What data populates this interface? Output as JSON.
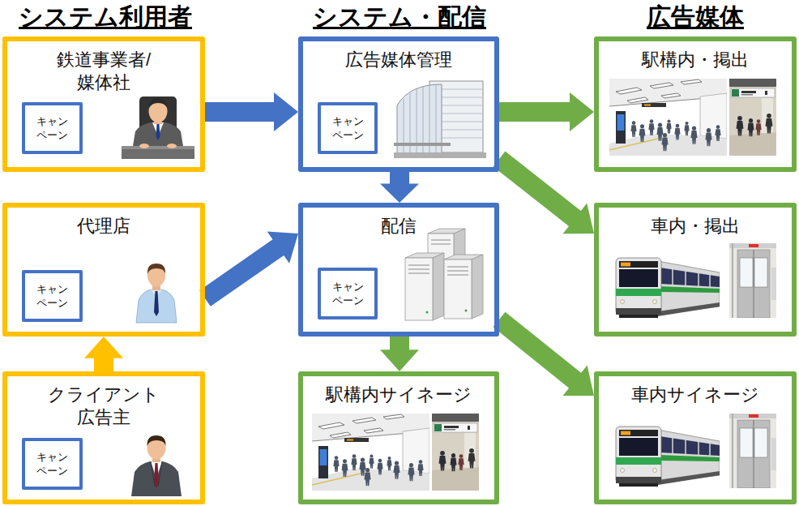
{
  "diagram": {
    "nodes": [
      {
        "text": [
          "鉄道事業者/ 媒体社"
        ]
      },
      {
        "text": [
          "キャン ペーン"
        ],
        "in": 0
      },
      {
        "text": [
          "代理店"
        ]
      },
      {
        "text": [
          "キャン ペーン"
        ],
        "in": 2
      },
      {
        "text": [
          "クライアント 広告主"
        ]
      },
      {
        "text": [
          "キャン ペーン"
        ],
        "in": 4
      },
      {
        "text": [
          "広告媒体管理"
        ]
      },
      {
        "text": [
          "キャン ペーン"
        ],
        "in": 6
      },
      {
        "text": [
          "配信"
        ]
      },
      {
        "text": [
          "キャン ペーン"
        ],
        "in": 8
      },
      {
        "text": [
          "駅構内サイネージ"
        ]
      },
      {
        "text": [
          "駅構内・掲出"
        ]
      },
      {
        "text": [
          "車内・掲出"
        ]
      },
      {
        "text": [
          "車内サイネージ"
        ]
      }
    ],
    "edges": [
      {
        "from": 0,
        "to": 6,
        "arrow": "to"
      },
      {
        "from": 2,
        "to": 8,
        "arrow": "to"
      },
      {
        "from": 4,
        "to": 2,
        "arrow": "to"
      },
      {
        "from": 6,
        "to": 8,
        "arrow": "to"
      },
      {
        "from": 8,
        "to": 10,
        "arrow": "to"
      },
      {
        "from": 6,
        "to": 11,
        "arrow": "to"
      },
      {
        "from": 6,
        "to": 12,
        "arrow": "to"
      },
      {
        "from": 8,
        "to": 13,
        "arrow": "to"
      }
    ],
    "labels": [
      "システム利用者",
      "システム・配信",
      "広告媒体"
    ]
  }
}
